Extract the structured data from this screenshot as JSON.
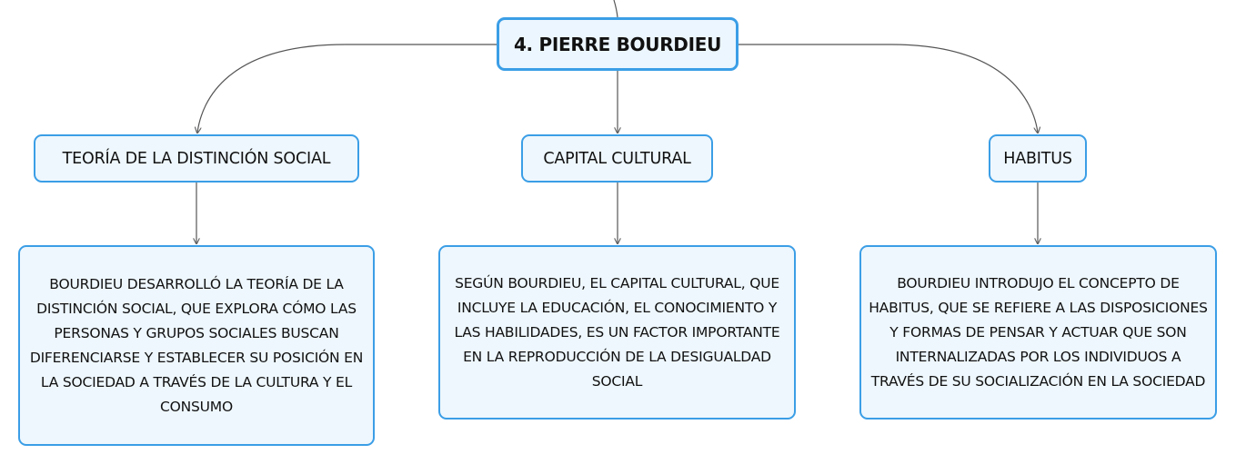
{
  "diagram": {
    "root": {
      "label": "4. PIERRE BOURDIEU"
    },
    "topics": [
      {
        "label": "TEORÍA DE LA DISTINCIÓN SOCIAL",
        "description": "BOURDIEU DESARROLLÓ LA TEORÍA DE LA DISTINCIÓN SOCIAL, QUE EXPLORA CÓMO LAS PERSONAS Y GRUPOS SOCIALES BUSCAN DIFERENCIARSE Y ESTABLECER SU POSICIÓN EN LA SOCIEDAD A TRAVÉS DE LA CULTURA Y EL CONSUMO"
      },
      {
        "label": "CAPITAL CULTURAL",
        "description": "SEGÚN BOURDIEU, EL CAPITAL CULTURAL, QUE INCLUYE LA EDUCACIÓN, EL CONOCIMIENTO Y LAS HABILIDADES, ES UN FACTOR IMPORTANTE EN LA REPRODUCCIÓN DE LA DESIGUALDAD SOCIAL"
      },
      {
        "label": "HABITUS",
        "description": "BOURDIEU INTRODUJO EL CONCEPTO DE HABITUS, QUE SE REFIERE A LAS DISPOSICIONES Y FORMAS DE PENSAR Y ACTUAR QUE SON INTERNALIZADAS POR LOS INDIVIDUOS A TRAVÉS DE SU SOCIALIZACIÓN EN LA SOCIEDAD"
      }
    ],
    "colors": {
      "node_border": "#3b9ee6",
      "node_fill": "#eef7fd",
      "connector": "#555555"
    }
  }
}
